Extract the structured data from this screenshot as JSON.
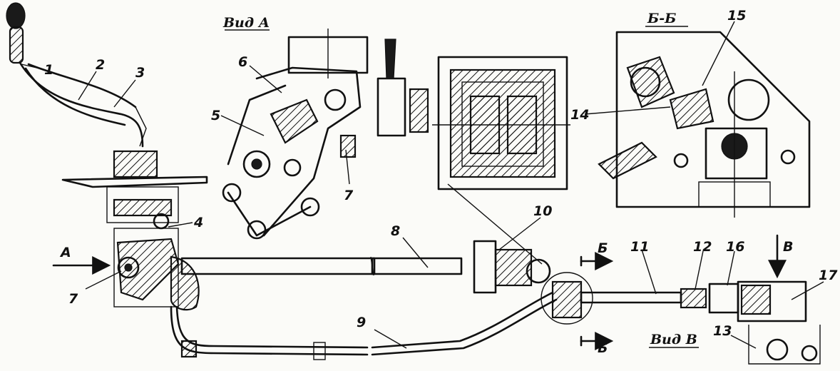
{
  "views": {
    "view_a": "Вид А",
    "section_bb": "Б-Б",
    "view_v": "Вид В"
  },
  "labels": {
    "n1": "1",
    "n2": "2",
    "n3": "3",
    "n4": "4",
    "n5": "5",
    "n6": "6",
    "n7a": "7",
    "n7b": "7",
    "n8": "8",
    "n9": "9",
    "n10": "10",
    "n11": "11",
    "n12": "12",
    "n13": "13",
    "n14": "14",
    "n15": "15",
    "n16": "16",
    "n17": "17",
    "nA": "А",
    "nB1": "Б",
    "nB2": "Б",
    "nV": "В"
  }
}
